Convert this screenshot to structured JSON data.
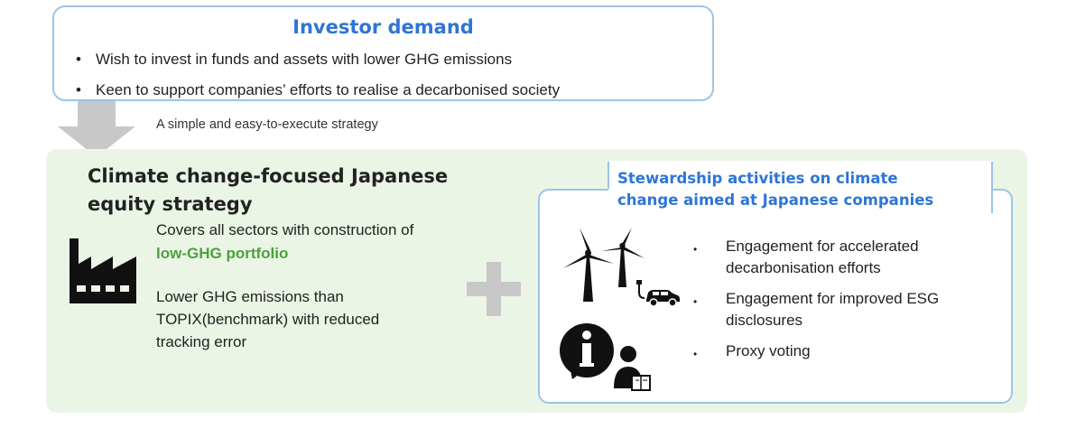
{
  "investor": {
    "title": "Investor demand",
    "bullets": [
      "Wish to invest in funds and assets with lower GHG emissions",
      "Keen to support companies’ efforts to realise a decarbonised society"
    ]
  },
  "arrow_note": "A simple and easy-to-execute strategy",
  "strategy": {
    "title_line1": "Climate change-focused Japanese",
    "title_line2": "equity strategy",
    "covers_text": "Covers all sectors with construction of",
    "covers_highlight": "low-GHG portfolio",
    "lower_line1": "Lower GHG emissions than",
    "lower_line2": "TOPIX(benchmark) with reduced",
    "lower_line3": "tracking error"
  },
  "stewardship": {
    "title_line1": "Stewardship activities on climate",
    "title_line2": "change aimed at Japanese companies",
    "activities": [
      {
        "line1": "Engagement for accelerated",
        "line2": "decarbonisation efforts"
      },
      {
        "line1": "Engagement for improved ESG",
        "line2": "disclosures"
      },
      {
        "line1": "Proxy voting",
        "line2": ""
      }
    ]
  },
  "colors": {
    "accent_blue": "#2e75d6",
    "box_border": "#9dc3e6",
    "panel_green": "#ebf5e6",
    "highlight_green": "#4aa23a",
    "arrow_gray": "#c8c8c8"
  },
  "icons": [
    "factory-icon",
    "plus-icon",
    "wind-turbine-icon",
    "electric-car-icon",
    "info-icon",
    "person-icon",
    "arrow-down-icon"
  ]
}
